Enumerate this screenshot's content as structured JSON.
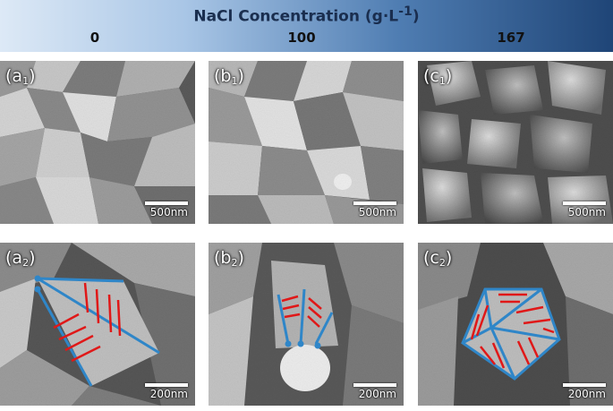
{
  "header": {
    "title_text": "NaCl Concentration (g·L",
    "title_sup": "-1",
    "title_close": ")",
    "concentrations": [
      "0",
      "100",
      "167"
    ],
    "gradient_colors": [
      "#dde9f6",
      "#a9c6e6",
      "#4f7db2",
      "#1f4577"
    ]
  },
  "panels": [
    {
      "letter": "a",
      "sub": "1",
      "scale": "500nm"
    },
    {
      "letter": "b",
      "sub": "1",
      "scale": "500nm"
    },
    {
      "letter": "c",
      "sub": "1",
      "scale": "500nm"
    },
    {
      "letter": "a",
      "sub": "2",
      "scale": "200nm"
    },
    {
      "letter": "b",
      "sub": "2",
      "scale": "200nm"
    },
    {
      "letter": "c",
      "sub": "2",
      "scale": "200nm"
    }
  ],
  "annotation_colors": {
    "crystal_edge": "#2f86c8",
    "step_lines": "#e01818"
  }
}
